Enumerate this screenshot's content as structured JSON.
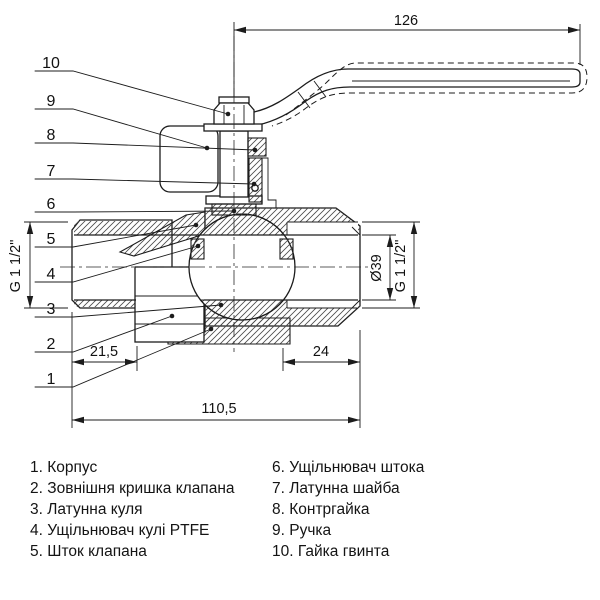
{
  "drawing": {
    "dims": {
      "handle_length": "126",
      "left_thread": "G 1 1/2\"",
      "bore": "Ø39",
      "right_thread": "G 1 1/2\"",
      "tail_length": "21,5",
      "port_depth": "24",
      "body_length": "110,5"
    },
    "callouts": [
      "10",
      "9",
      "8",
      "7",
      "6",
      "5",
      "4",
      "3",
      "2",
      "1"
    ],
    "colors": {
      "ink": "#1c1c1c",
      "background": "#ffffff"
    }
  },
  "parts": {
    "left": [
      "1. Корпус",
      "2. Зовнішня кришка клапана",
      "3. Латунна куля",
      "4. Ущільнювач кулі PTFE",
      "5. Шток клапана"
    ],
    "right": [
      "6. Ущільнювач штока",
      "7. Латунна шайба",
      "8. Контргайка",
      "9. Ручка",
      "10. Гайка гвинта"
    ]
  }
}
